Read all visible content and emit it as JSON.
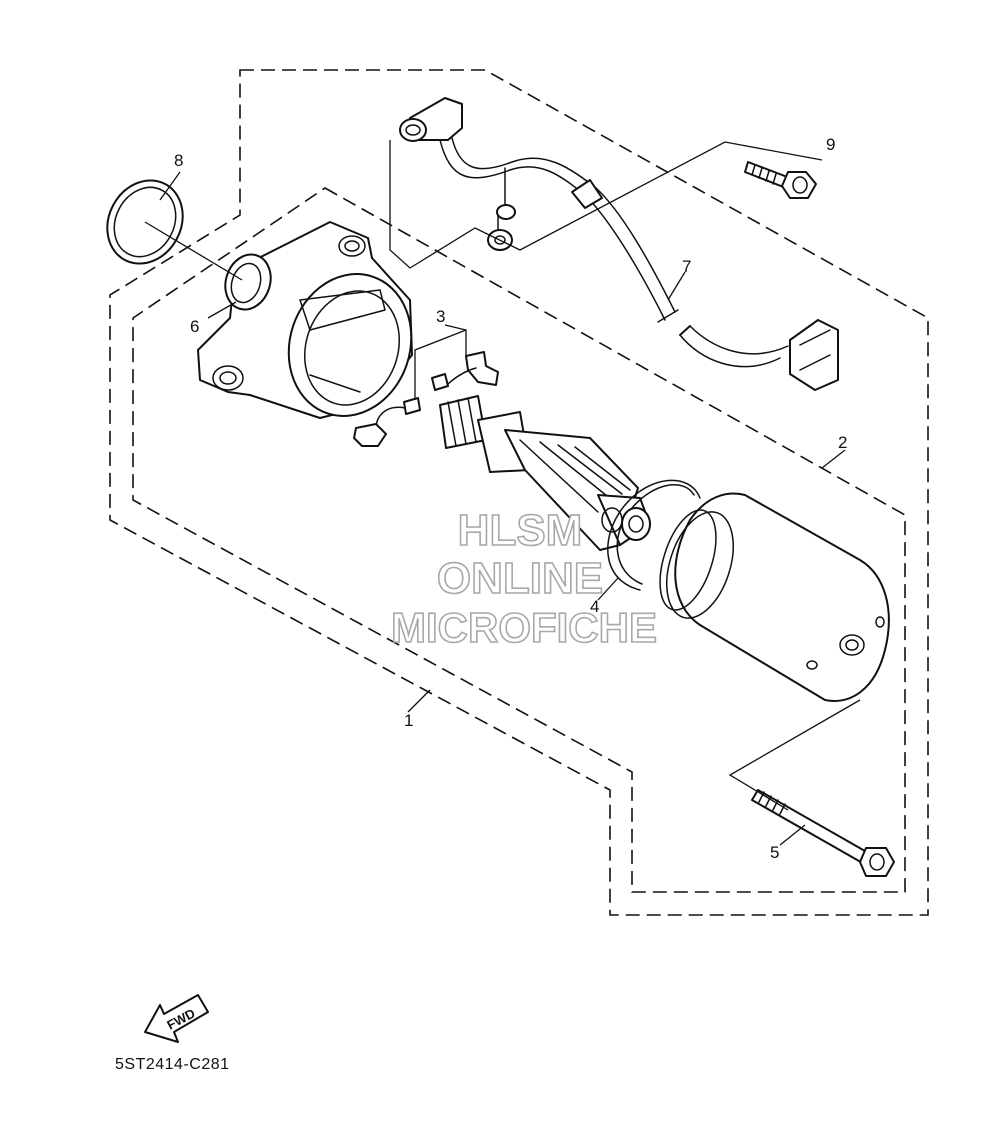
{
  "diagram": {
    "reference_code": "5ST2414-C281",
    "fwd_label": "FWD",
    "watermark": [
      "HLSM",
      "ONLINE",
      "MICROFICHE"
    ],
    "callouts": [
      {
        "id": "1",
        "label": "1"
      },
      {
        "id": "2",
        "label": "2"
      },
      {
        "id": "3",
        "label": "3"
      },
      {
        "id": "4",
        "label": "4"
      },
      {
        "id": "5",
        "label": "5"
      },
      {
        "id": "6",
        "label": "6"
      },
      {
        "id": "7",
        "label": "7"
      },
      {
        "id": "8",
        "label": "8"
      },
      {
        "id": "9",
        "label": "9"
      }
    ]
  }
}
